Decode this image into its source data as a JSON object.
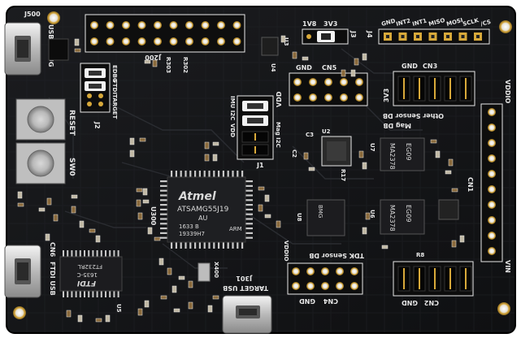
{
  "board": {
    "silkscreen_color": "#e8e8e8",
    "pcb_color": "#141517",
    "pad_gold": "#d8a93a"
  },
  "labels": {
    "usb_top_name": "USB DEBUG",
    "j500": "J500",
    "j200": "J200",
    "r303": "R303",
    "r302": "R302",
    "ftdi": "FTDI",
    "target_top": "TARGET",
    "edbg": "EDBG",
    "j2": "J2",
    "reset": "RESET",
    "swo": "SW0",
    "vdd": "VDD",
    "imu_i2c": "IMU I2C",
    "mag_i2c": "Mag I2C",
    "j1": "J1",
    "u3": "U3",
    "vcc_1v8": "1V8",
    "vcc_3v3": "3V3",
    "j3": "J3",
    "j4": "J4",
    "gnd_top": "GND",
    "int2": "INT2",
    "int1": "INT1",
    "miso": "MISO",
    "mosi": "MOSI",
    "sclk": "SCLK",
    "cs": "/CS",
    "cn5": "CN5",
    "gnd_cn5": "GND",
    "vdd_cn5": "VDD",
    "cn3": "CN3",
    "gnd_cn3": "GND",
    "v3v3_cn3": "3V3",
    "other_sensor_db": "Other Sensor DB",
    "mag_db": "Mag DB",
    "vddio": "VDDIO",
    "cn1": "CN1",
    "vin": "VIN",
    "mcu_brand": "Atmel",
    "mcu_part": "ATSAMG55J19",
    "mcu_au": "AU",
    "mcu_date": "1633   B",
    "mcu_lot": "19339H7",
    "mcu_arm": "ARM",
    "u300": "U300",
    "u7": "U7",
    "u8": "U8",
    "u6": "U6",
    "u2": "U2",
    "u4": "U4",
    "u5": "U5",
    "cn6": "CN6",
    "ftdi_usb": "FTDI USB",
    "ftdi_chip_brand": "FTDI",
    "ftdi_chip_part": "FT232RL",
    "ftdi_chip_date": "1635-C",
    "tdk_sensor_db": "TDK Sensor DB",
    "j301": "J301",
    "target_usb": "TARGET USB",
    "cn4": "CN4",
    "gnd_cn4": "GND",
    "vddio_cn4": "VDDIO",
    "cn2": "CN2",
    "gnd_cn2": "GND",
    "r8": "R8",
    "mag_chip_1": "MA2378",
    "mag_chip_2": "MA2378",
    "mag_chip_sub_1": "EG09",
    "mag_chip_sub_2": "EG09",
    "r17": "R17",
    "c2": "C2",
    "c3": "C3",
    "x400": "X400"
  }
}
